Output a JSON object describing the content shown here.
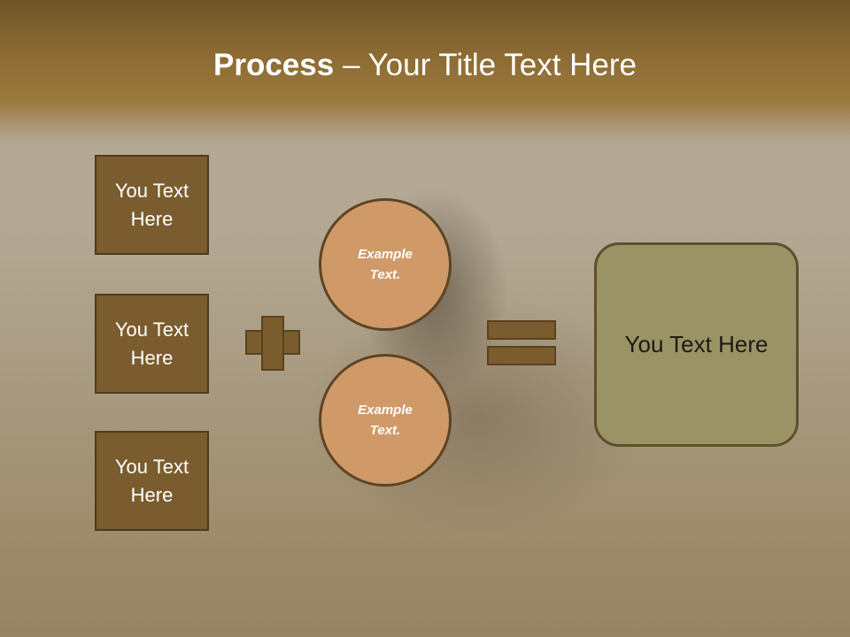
{
  "slide": {
    "title_bold": "Process",
    "title_rest": " – Your Title Text Here",
    "boxes": [
      {
        "line1": "You Text",
        "line2": "Here"
      },
      {
        "line1": "You Text",
        "line2": "Here"
      },
      {
        "line1": "You Text",
        "line2": "Here"
      }
    ],
    "circles": [
      {
        "line1": "Example",
        "line2": "Text."
      },
      {
        "line1": "Example",
        "line2": "Text."
      }
    ],
    "result_text": "You Text Here",
    "operators": {
      "plus_icon": "plus-icon",
      "equals_icon": "equals-icon"
    },
    "colors": {
      "header": "#8a6a32",
      "box_fill": "#7a5c2e",
      "circle_fill": "#cf9a68",
      "result_fill": "#9a9366"
    }
  }
}
